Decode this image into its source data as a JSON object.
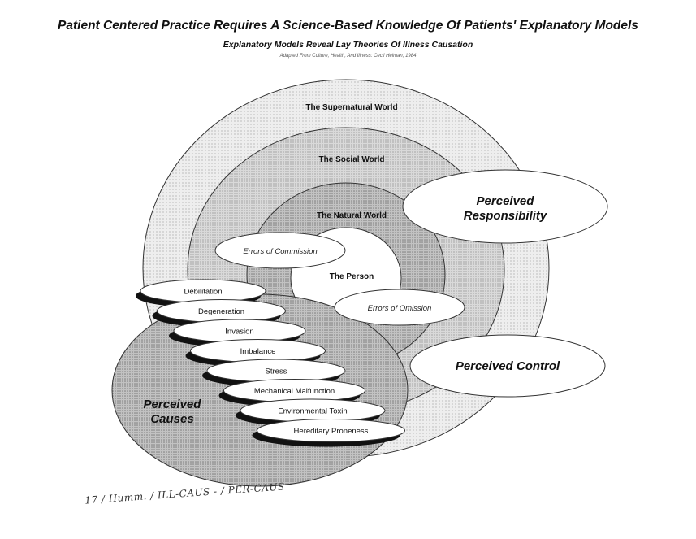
{
  "header": {
    "title": "Patient Centered Practice Requires A Science-Based Knowledge Of Patients' Explanatory Models",
    "subtitle": "Explanatory Models Reveal Lay Theories Of Illness Causation",
    "source": "Adapted From Culture, Health, And Illness: Cecil Helman, 1984"
  },
  "worlds": {
    "supernatural": "The Supernatural World",
    "social": "The Social World",
    "natural": "The Natural World",
    "person": "The Person"
  },
  "errors": {
    "commission": "Errors of Commission",
    "omission": "Errors of Omission"
  },
  "perceived": {
    "responsibility_line1": "Perceived",
    "responsibility_line2": "Responsibility",
    "control": "Perceived Control",
    "causes_line1": "Perceived",
    "causes_line2": "Causes"
  },
  "causes": [
    "Debilitation",
    "Degeneration",
    "Invasion",
    "Imbalance",
    "Stress",
    "Mechanical Malfunction",
    "Environmental Toxin",
    "Hereditary Proneness"
  ],
  "annotation": "17 / Humm. / ILL-CAUS - / PER-CAUS"
}
